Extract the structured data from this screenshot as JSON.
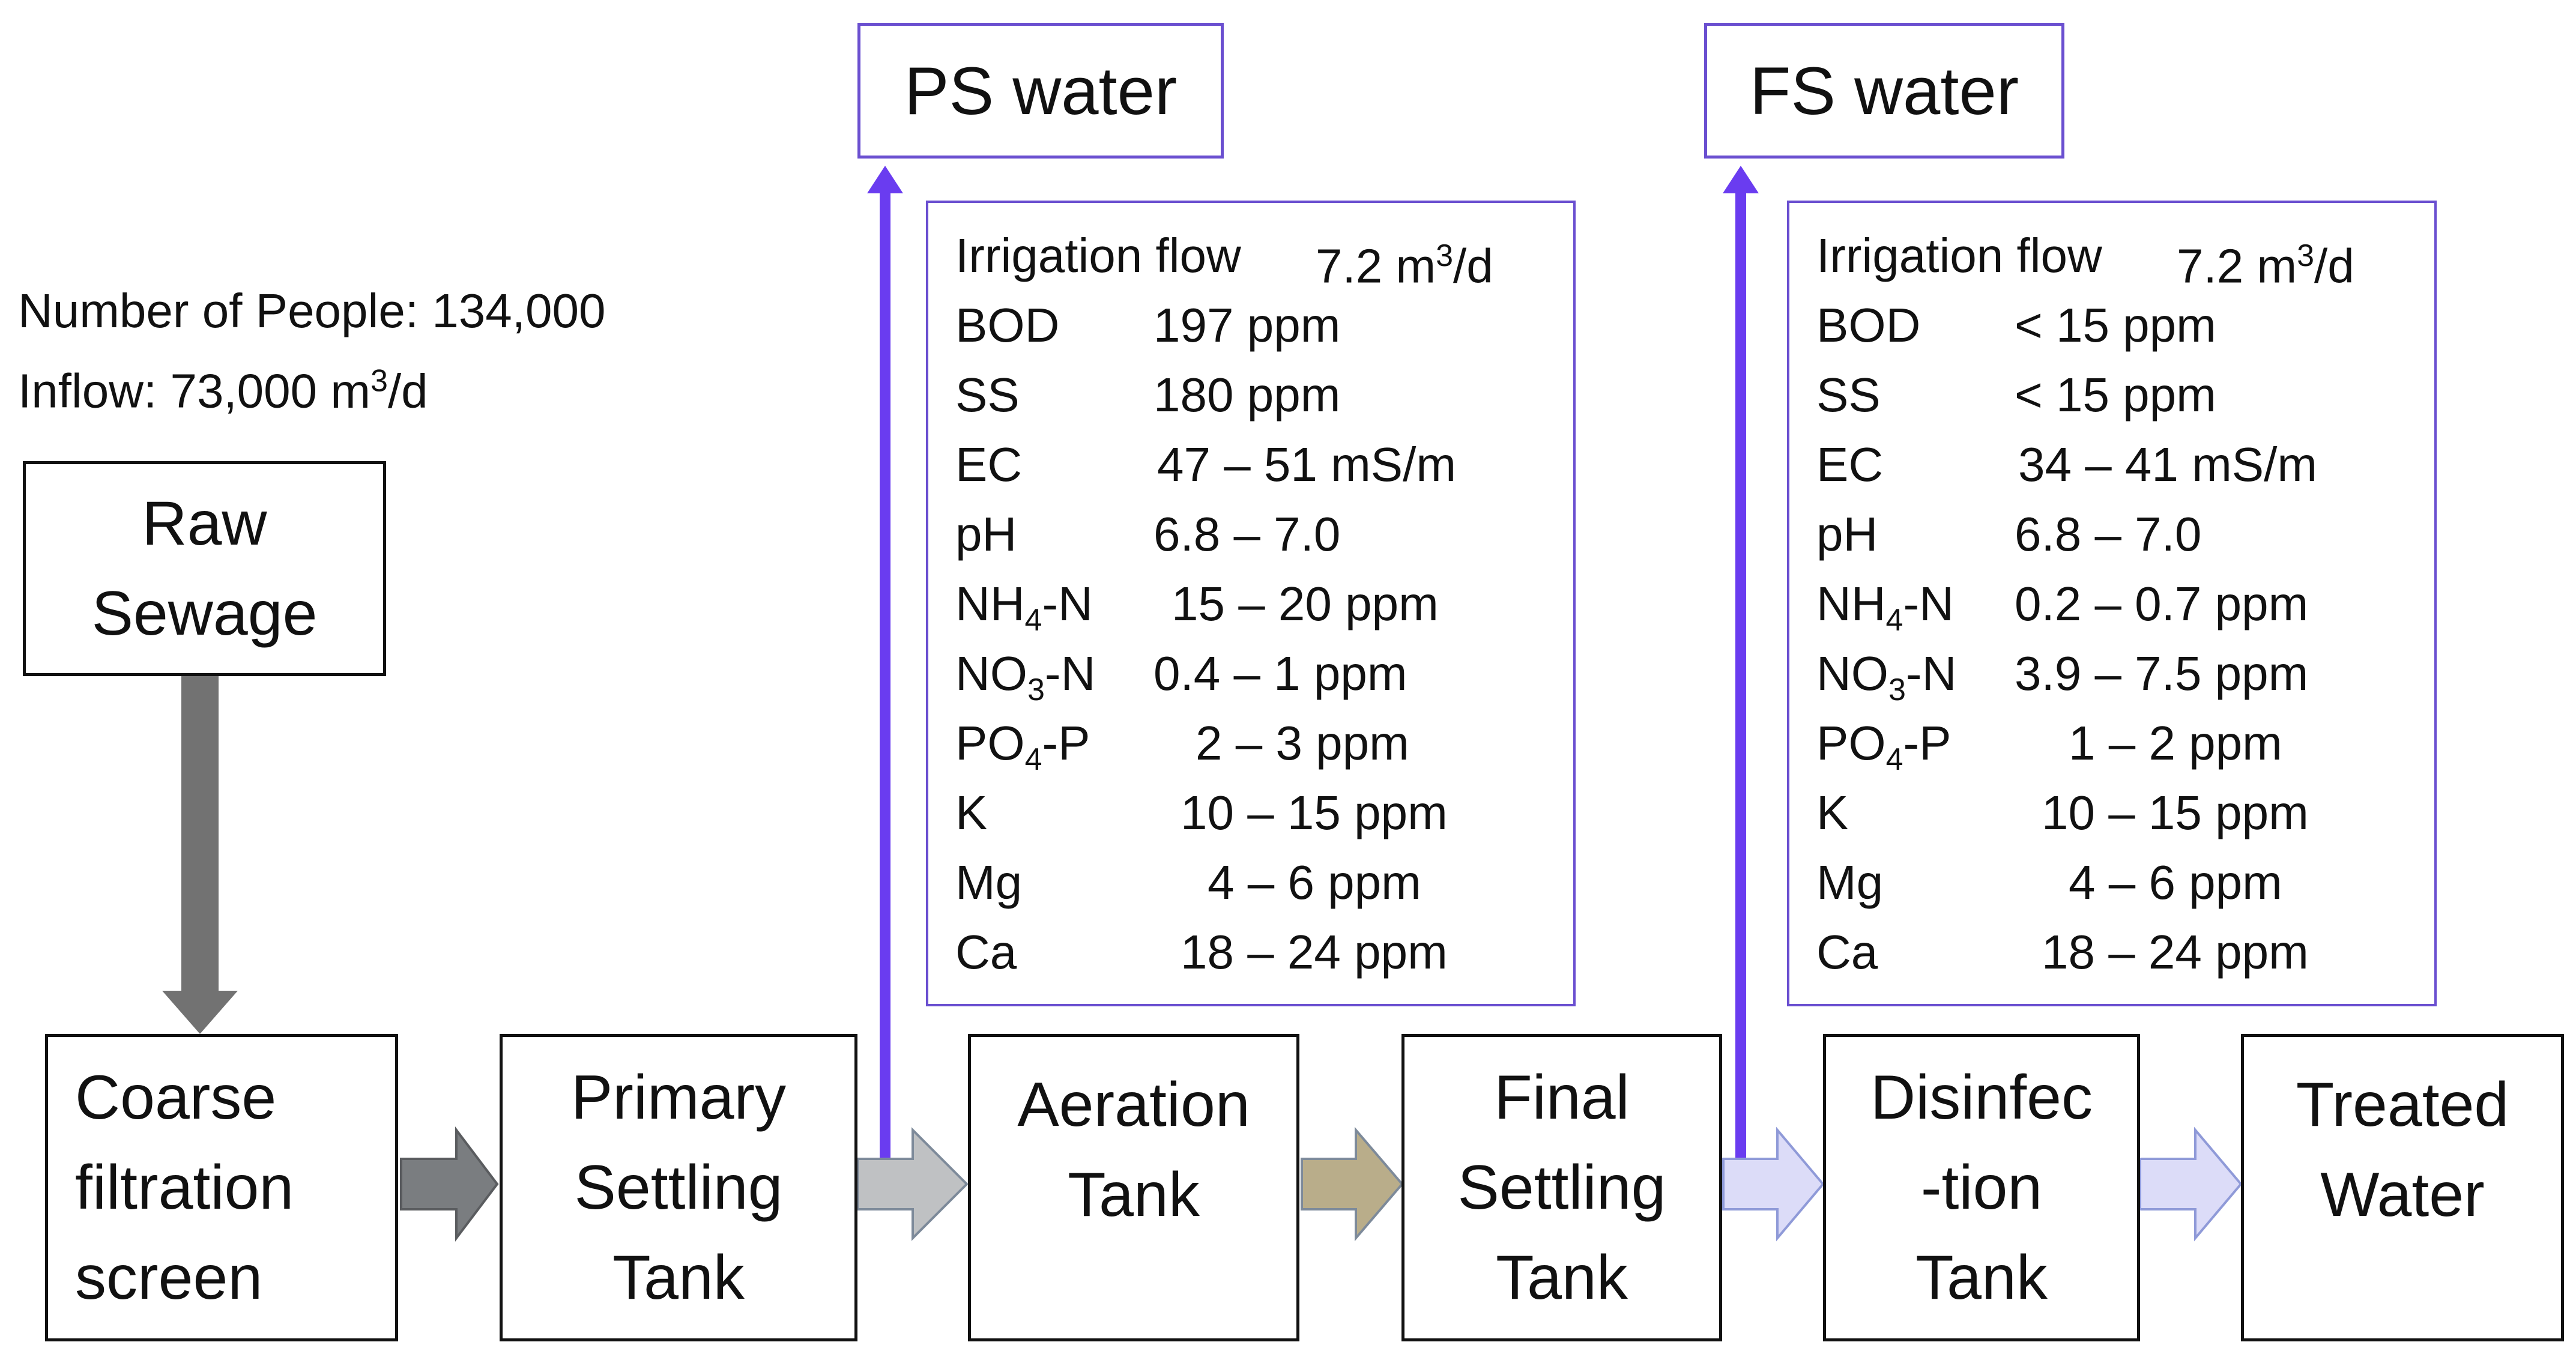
{
  "header": {
    "people_label": "Number of People:",
    "people_value": "134,000",
    "inflow_label": "Inflow:",
    "inflow_value": "73,000",
    "inflow_unit": "m",
    "inflow_sup": "3",
    "inflow_tail": "/d"
  },
  "outputs": {
    "ps": "PS water",
    "fs": "FS water"
  },
  "stages": {
    "raw": [
      "Raw",
      "Sewage"
    ],
    "coarse": [
      "Coarse",
      "filtration",
      "screen"
    ],
    "primary": [
      "Primary",
      "Settling",
      "Tank"
    ],
    "aeration": [
      "Aeration",
      "Tank"
    ],
    "final": [
      "Final",
      "Settling",
      "Tank"
    ],
    "disinfection": [
      "Disinfec",
      "-tion",
      "Tank"
    ],
    "treated": [
      "Treated",
      "Water"
    ]
  },
  "ps_params": {
    "flow_label": "Irrigation flow",
    "flow_value": "7.2 m",
    "flow_sup": "3",
    "flow_tail": "/d",
    "rows": [
      {
        "k": "BOD",
        "v": "197 ppm"
      },
      {
        "k": "SS",
        "v": "180 ppm"
      },
      {
        "k": "EC",
        "v": "47 – 51 mS/m"
      },
      {
        "k": "pH",
        "v": "6.8 – 7.0"
      },
      {
        "k_main": "NH",
        "k_sub": "4",
        "k_tail": "-N",
        "v": "15 – 20 ppm"
      },
      {
        "k_main": "NO",
        "k_sub": "3",
        "k_tail": "-N",
        "v": "0.4 – 1 ppm"
      },
      {
        "k_main": "PO",
        "k_sub": "4",
        "k_tail": "-P",
        "v": "2 – 3 ppm"
      },
      {
        "k": "K",
        "v": "10 – 15 ppm"
      },
      {
        "k": "Mg",
        "v": "4 – 6 ppm"
      },
      {
        "k": "Ca",
        "v": "18 – 24 ppm"
      }
    ]
  },
  "fs_params": {
    "flow_label": "Irrigation flow",
    "flow_value": "7.2 m",
    "flow_sup": "3",
    "flow_tail": "/d",
    "rows": [
      {
        "k": "BOD",
        "v": "< 15 ppm"
      },
      {
        "k": "SS",
        "v": "< 15 ppm"
      },
      {
        "k": "EC",
        "v": "34 – 41 mS/m"
      },
      {
        "k": "pH",
        "v": "6.8 – 7.0"
      },
      {
        "k_main": "NH",
        "k_sub": "4",
        "k_tail": "-N",
        "v": "0.2 – 0.7 ppm"
      },
      {
        "k_main": "NO",
        "k_sub": "3",
        "k_tail": "-N",
        "v": "3.9 – 7.5 ppm"
      },
      {
        "k_main": "PO",
        "k_sub": "4",
        "k_tail": "-P",
        "v": "1 – 2 ppm"
      },
      {
        "k": "K",
        "v": "10 – 15 ppm"
      },
      {
        "k": "Mg",
        "v": "4 – 6 ppm"
      },
      {
        "k": "Ca",
        "v": "18 – 24 ppm"
      }
    ]
  },
  "colors": {
    "purple_line": "#6a3cf0",
    "purple_border": "#6a4fd0",
    "arrow_dark": "#7a7d80",
    "arrow_gray": "#bfc1c3",
    "arrow_khaki": "#b9ad8a",
    "arrow_light": "#dcdcf8",
    "raw_arrow": "#727272"
  }
}
